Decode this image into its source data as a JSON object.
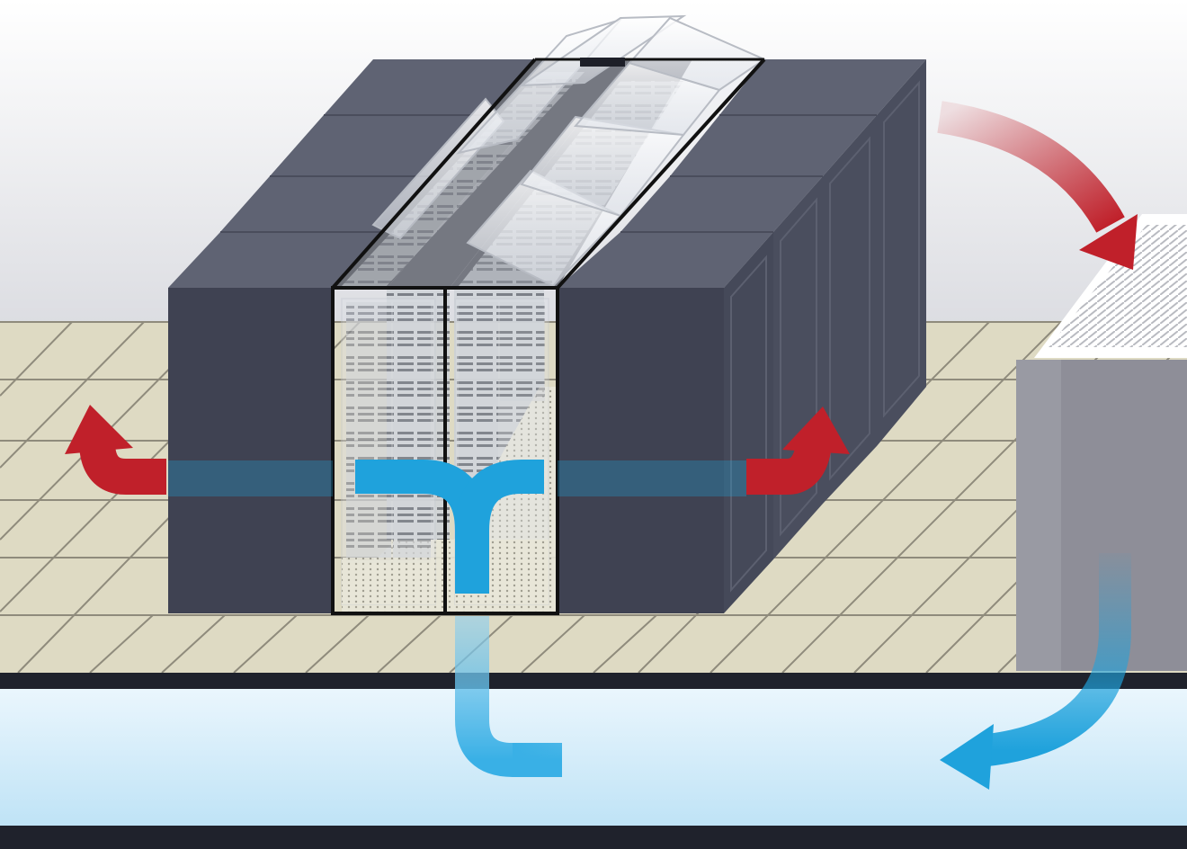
{
  "diagram": {
    "subject": "cold-aisle-containment-airflow",
    "elements": [
      "server-rack-rows",
      "contained-cold-aisle",
      "transparent-roof-panels",
      "aisle-doors",
      "raised-floor",
      "underfloor-plenum",
      "crac-cooling-unit"
    ],
    "airflow": {
      "cold_air_color": "#1fa2dc",
      "hot_air_color": "#c0202a",
      "cold_air_path": [
        "crac-unit",
        "underfloor-plenum",
        "perforated-floor-tiles",
        "cold-aisle",
        "rack-intakes"
      ],
      "hot_air_path": [
        "rack-exhausts",
        "room",
        "crac-return"
      ]
    },
    "colors": {
      "rack": "#3f4252",
      "rack_top": "#5f6373",
      "floor": "#dedac3",
      "plenum": "#cfe9f7",
      "crac_unit": "#8e8e98",
      "wall": "#e8e9ee"
    }
  }
}
